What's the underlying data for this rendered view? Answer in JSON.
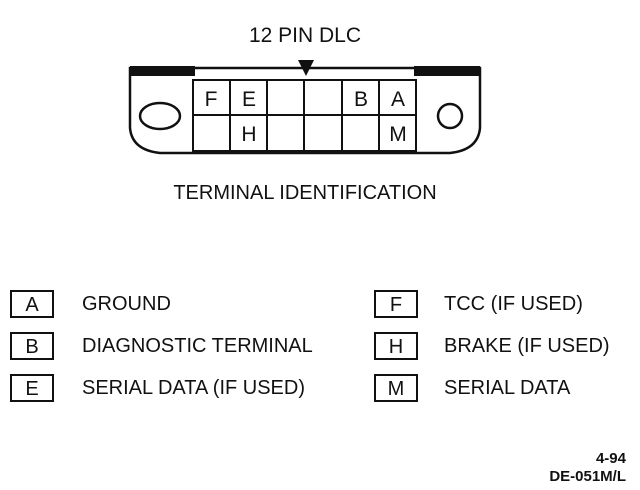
{
  "title": "12 PIN DLC",
  "subtitle": "TERMINAL IDENTIFICATION",
  "connector": {
    "top_row": [
      "",
      "F",
      "E",
      "",
      "",
      "",
      "B",
      "A",
      ""
    ],
    "bottom_row": [
      "",
      "",
      "H",
      "",
      "",
      "",
      "",
      "M",
      ""
    ]
  },
  "legend_left": [
    {
      "pin": "A",
      "label": "GROUND"
    },
    {
      "pin": "B",
      "label": "DIAGNOSTIC TERMINAL"
    },
    {
      "pin": "E",
      "label": "SERIAL DATA (IF USED)"
    }
  ],
  "legend_right": [
    {
      "pin": "F",
      "label": "TCC (IF USED)"
    },
    {
      "pin": "H",
      "label": "BRAKE (IF USED)"
    },
    {
      "pin": "M",
      "label": "SERIAL DATA"
    }
  ],
  "figure_id": {
    "line1": "4-94",
    "line2": "DE-051M/L"
  }
}
